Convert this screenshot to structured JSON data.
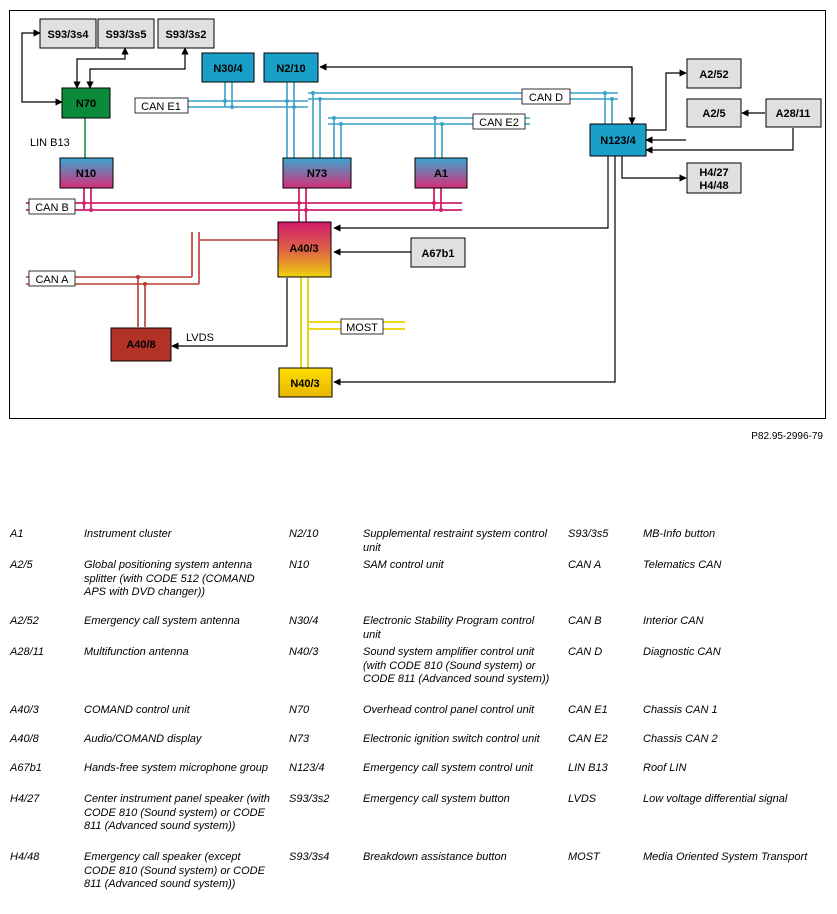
{
  "diagram": {
    "boxes": {
      "S93_3s4": "S93/3s4",
      "S93_3s5": "S93/3s5",
      "S93_3s2": "S93/3s2",
      "N70": "N70",
      "N30_4": "N30/4",
      "N2_10": "N2/10",
      "A2_52": "A2/52",
      "A2_5": "A2/5",
      "A28_11": "A28/11",
      "N10": "N10",
      "N73": "N73",
      "A1": "A1",
      "N123_4": "N123/4",
      "H4_27": "H4/27",
      "H4_48": "H4/48",
      "A40_3": "A40/3",
      "A67b1": "A67b1",
      "A40_8": "A40/8",
      "N40_3": "N40/3"
    },
    "bus_labels": {
      "can_e1": "CAN E1",
      "can_d": "CAN D",
      "can_e2": "CAN E2",
      "lin_b13": "LIN B13",
      "can_b": "CAN B",
      "can_a": "CAN A",
      "lvds": "LVDS",
      "most": "MOST"
    },
    "colors": {
      "teal_box": "#1aa0c8",
      "green_box": "#0b8a3a",
      "gray_box": "#e0e0e0",
      "can_b_bus": "#d0206a",
      "can_a_bus": "#b83a30",
      "most_bus": "#e8d000",
      "can_bus": "#3aa0c8",
      "a40_8_box": "#b23228"
    }
  },
  "figure_code": "P82.95-2996-79",
  "legend": {
    "col1": [
      {
        "code": "A1",
        "desc": "Instrument cluster"
      },
      {
        "code": "A2/5",
        "desc": "Global positioning system antenna splitter (with CODE 512 (COMAND APS with DVD changer))"
      },
      {
        "code": "A2/52",
        "desc": "Emergency call system antenna"
      },
      {
        "code": "A28/11",
        "desc": "Multifunction antenna"
      },
      {
        "code": "A40/3",
        "desc": "COMAND control unit"
      },
      {
        "code": "A40/8",
        "desc": "Audio/COMAND display"
      },
      {
        "code": "A67b1",
        "desc": "Hands-free system microphone group"
      },
      {
        "code": "H4/27",
        "desc": "Center instrument panel speaker (with CODE 810 (Sound system) or CODE 811 (Advanced sound system))"
      },
      {
        "code": "H4/48",
        "desc": "Emergency call speaker (except CODE 810 (Sound system) or CODE 811 (Advanced sound system))"
      }
    ],
    "col2": [
      {
        "code": "N2/10",
        "desc": "Supplemental restraint system control unit"
      },
      {
        "code": "N10",
        "desc": "SAM control unit"
      },
      {
        "code": "N30/4",
        "desc": "Electronic Stability Program control unit"
      },
      {
        "code": "N40/3",
        "desc": "Sound system amplifier control unit (with CODE 810 (Sound system) or CODE 811 (Advanced sound system))"
      },
      {
        "code": "N70",
        "desc": "Overhead control panel control unit"
      },
      {
        "code": "N73",
        "desc": "Electronic ignition switch control unit"
      },
      {
        "code": "N123/4",
        "desc": "Emergency call system control unit"
      },
      {
        "code": "S93/3s2",
        "desc": "Emergency call system button"
      },
      {
        "code": "S93/3s4",
        "desc": "Breakdown assistance button"
      }
    ],
    "col3": [
      {
        "code": "S93/3s5",
        "desc": "MB-Info button"
      },
      {
        "code": "CAN A",
        "desc": "Telematics CAN"
      },
      {
        "code": "CAN B",
        "desc": "Interior CAN"
      },
      {
        "code": "CAN D",
        "desc": "Diagnostic CAN"
      },
      {
        "code": "CAN E1",
        "desc": "Chassis CAN 1"
      },
      {
        "code": "CAN E2",
        "desc": "Chassis CAN 2"
      },
      {
        "code": "LIN B13",
        "desc": "Roof LIN"
      },
      {
        "code": "LVDS",
        "desc": "Low voltage differential signal"
      },
      {
        "code": "MOST",
        "desc": "Media Oriented System Transport"
      }
    ]
  }
}
